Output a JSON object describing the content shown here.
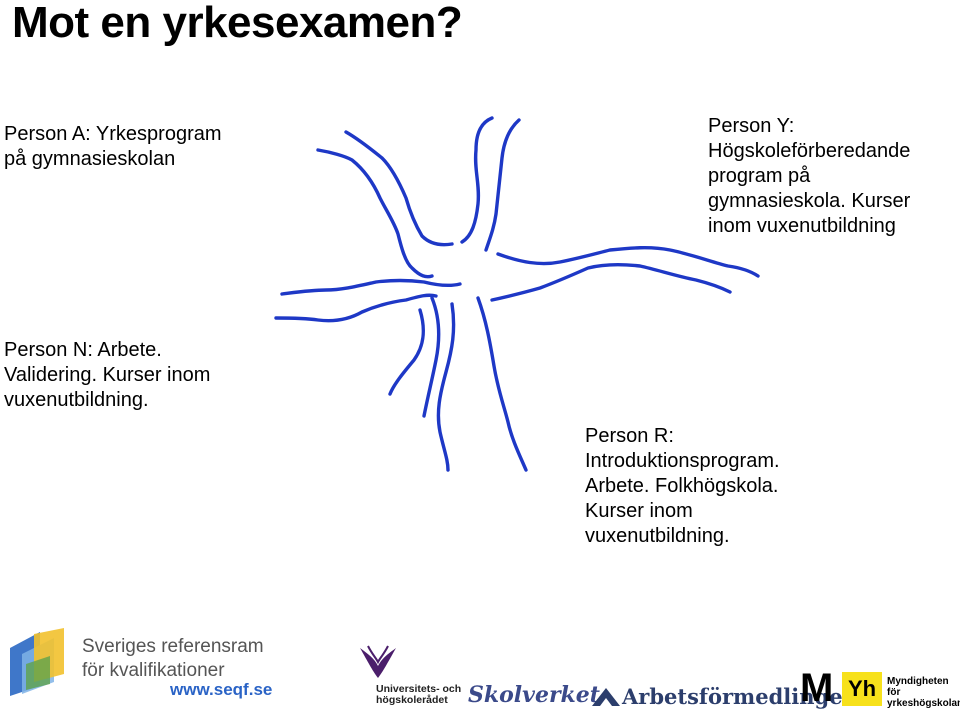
{
  "title": "Mot en yrkesexamen?",
  "persons": {
    "a": "Person A: Yrkesprogram\npå gymnasieskolan",
    "y": "Person Y:\nHögskoleförberedande\nprogram på\ngymnasieskola. Kurser\ninom vuxenutbildning",
    "n": "Person N: Arbete.\nValidering. Kurser inom\nvuxenutbildning.",
    "r": "Person R:\nIntroduktionsprogram.\nArbete. Folkhögskola.\nKurser inom\nvuxenutbildning."
  },
  "footer": {
    "seqf": {
      "line1": "Sveriges referensram",
      "line2": "för kvalifikationer",
      "url": "www.seqf.se"
    },
    "uhr": "Universitets- och\nhögskolerådet",
    "skolverket": "Skolverket",
    "arbetsformedlingen": "Arbetsförmedlingen",
    "myh": {
      "mark_m": "M",
      "mark_yh": "Yh",
      "text": "Myndigheten för\nyrkeshögskolan"
    }
  },
  "colors": {
    "path_stroke": "#1e38c6",
    "seqf_blue": "#2a63c6",
    "myh_yellow": "#f7e11b"
  }
}
